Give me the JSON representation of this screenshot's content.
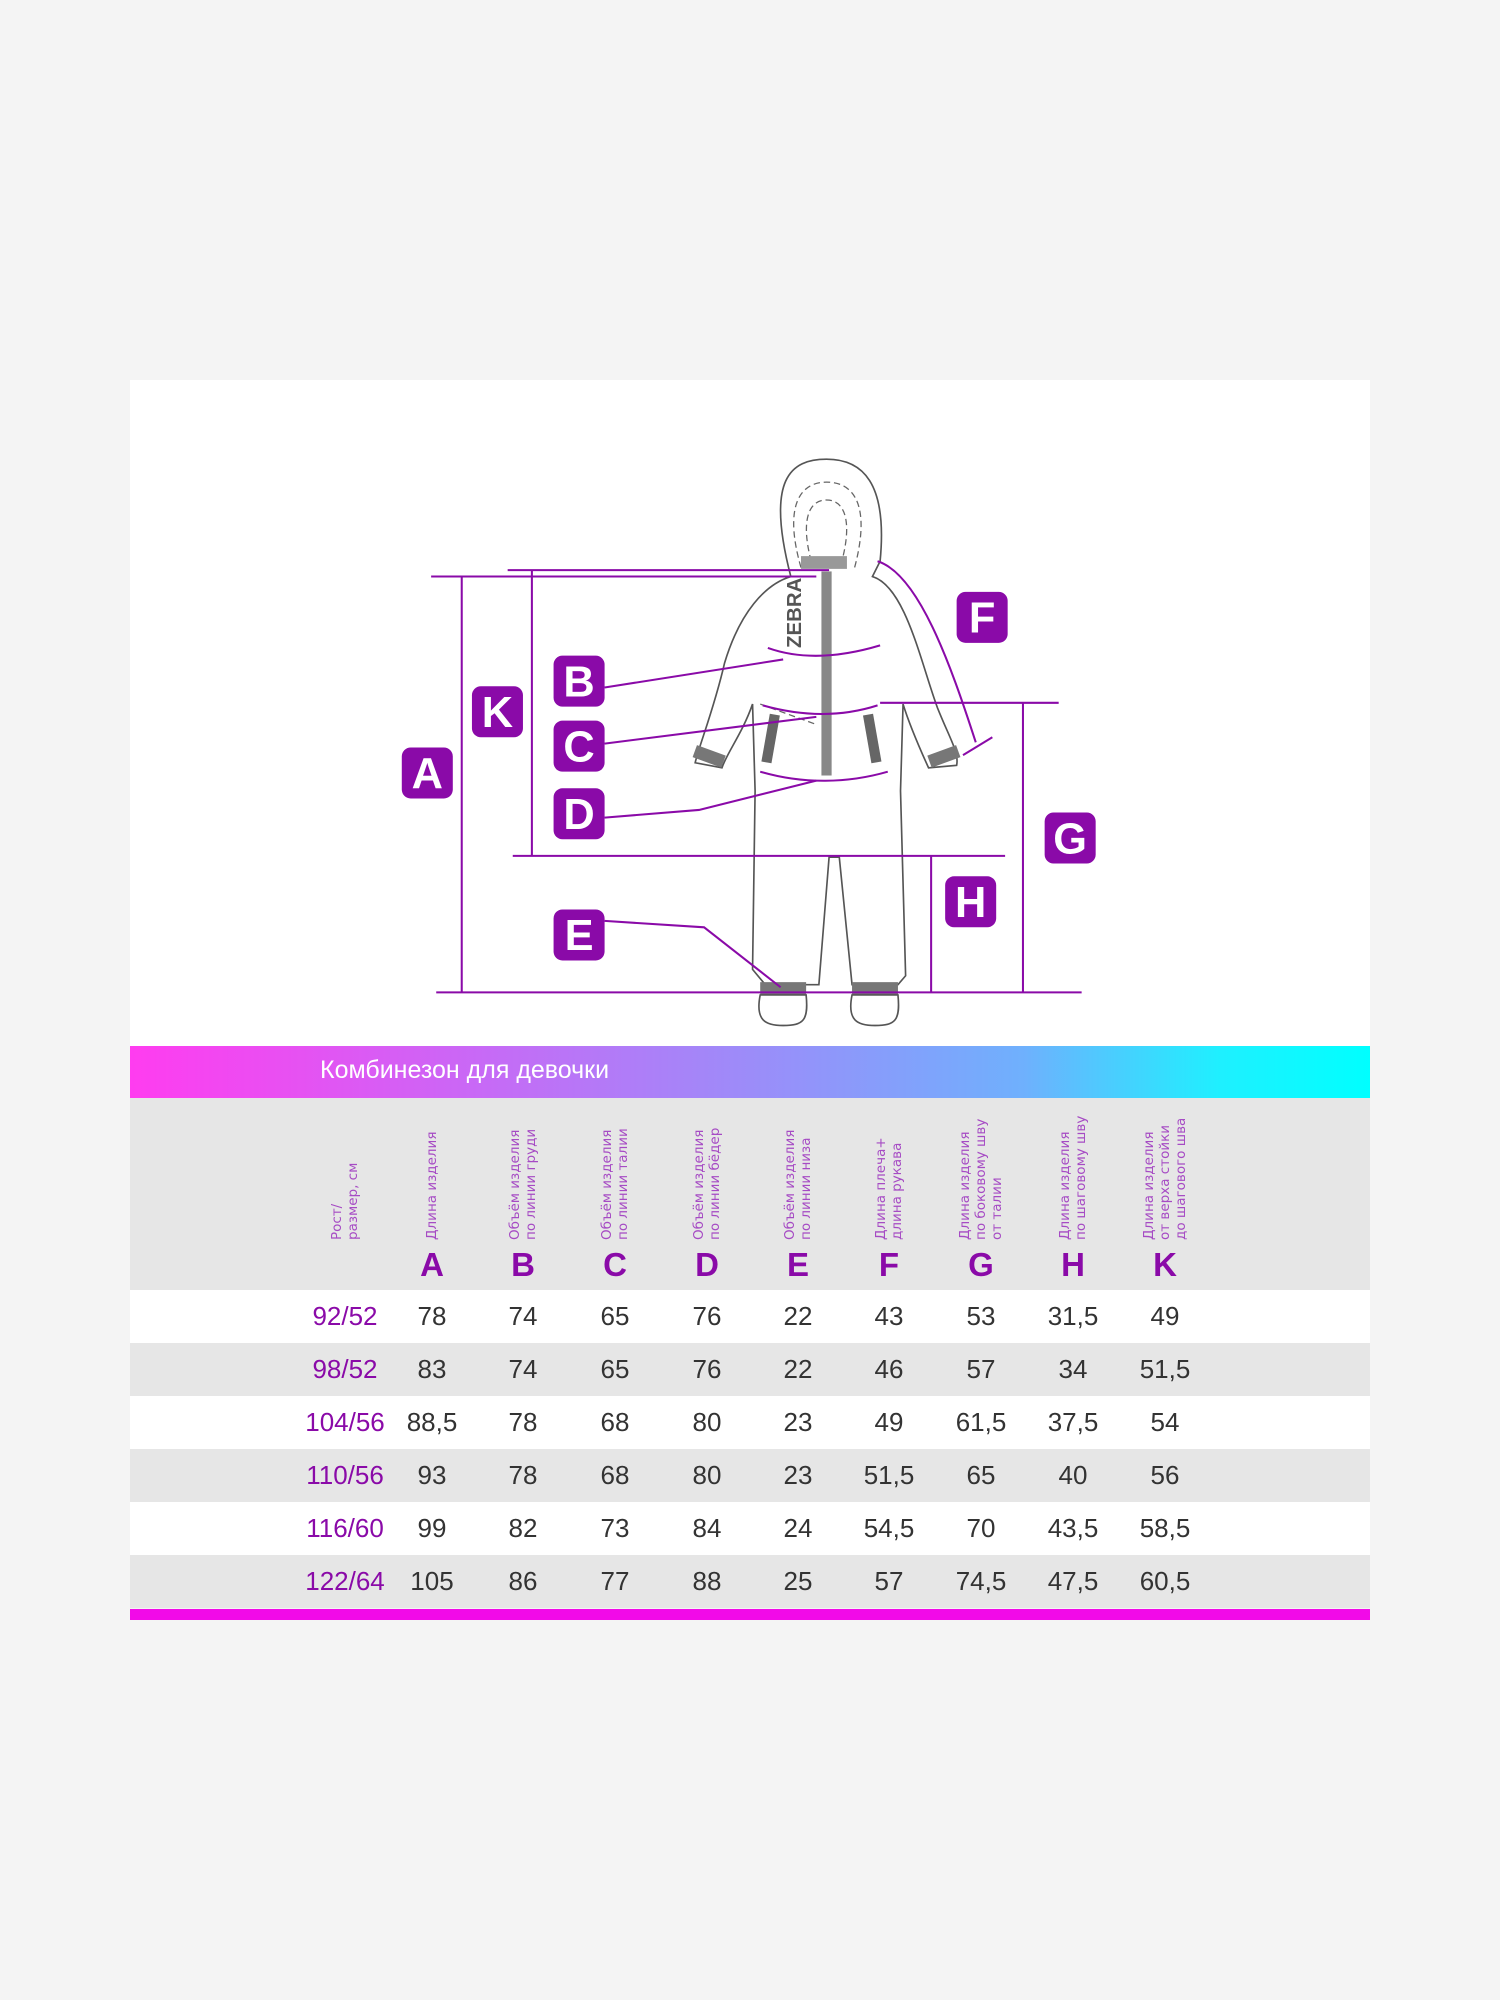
{
  "diagram": {
    "labels": {
      "A": "A",
      "B": "B",
      "C": "C",
      "D": "D",
      "E": "E",
      "F": "F",
      "G": "G",
      "H": "H",
      "K": "K"
    },
    "brand_print": "ZEBRA",
    "accent_color": "#8a0aa8"
  },
  "table": {
    "title": "Комбинезон для девочки",
    "size_header": "Рост/\nразмер, см",
    "columns": [
      {
        "letter": "A",
        "label": "Длина изделия"
      },
      {
        "letter": "B",
        "label": "Объём изделия\nпо линии груди"
      },
      {
        "letter": "C",
        "label": "Объём изделия\nпо линии талии"
      },
      {
        "letter": "D",
        "label": "Объём изделия\nпо линии бёдер"
      },
      {
        "letter": "E",
        "label": "Объём изделия\nпо линии низа"
      },
      {
        "letter": "F",
        "label": "Длина плеча+\nдлина рукава"
      },
      {
        "letter": "G",
        "label": "Длина изделия\nпо боковому шву\nот талии"
      },
      {
        "letter": "H",
        "label": "Длина изделия\nпо шаговому шву"
      },
      {
        "letter": "K",
        "label": "Длина изделия\nот верха стойки\nдо шагового шва"
      }
    ],
    "rows": [
      {
        "size": "92/52",
        "values": [
          "78",
          "74",
          "65",
          "76",
          "22",
          "43",
          "53",
          "31,5",
          "49"
        ]
      },
      {
        "size": "98/52",
        "values": [
          "83",
          "74",
          "65",
          "76",
          "22",
          "46",
          "57",
          "34",
          "51,5"
        ]
      },
      {
        "size": "104/56",
        "values": [
          "88,5",
          "78",
          "68",
          "80",
          "23",
          "49",
          "61,5",
          "37,5",
          "54"
        ]
      },
      {
        "size": "110/56",
        "values": [
          "93",
          "78",
          "68",
          "80",
          "23",
          "51,5",
          "65",
          "40",
          "56"
        ]
      },
      {
        "size": "116/60",
        "values": [
          "99",
          "82",
          "73",
          "84",
          "24",
          "54,5",
          "70",
          "43,5",
          "58,5"
        ]
      },
      {
        "size": "122/64",
        "values": [
          "105",
          "86",
          "77",
          "88",
          "25",
          "57",
          "74,5",
          "47,5",
          "60,5"
        ]
      }
    ]
  }
}
